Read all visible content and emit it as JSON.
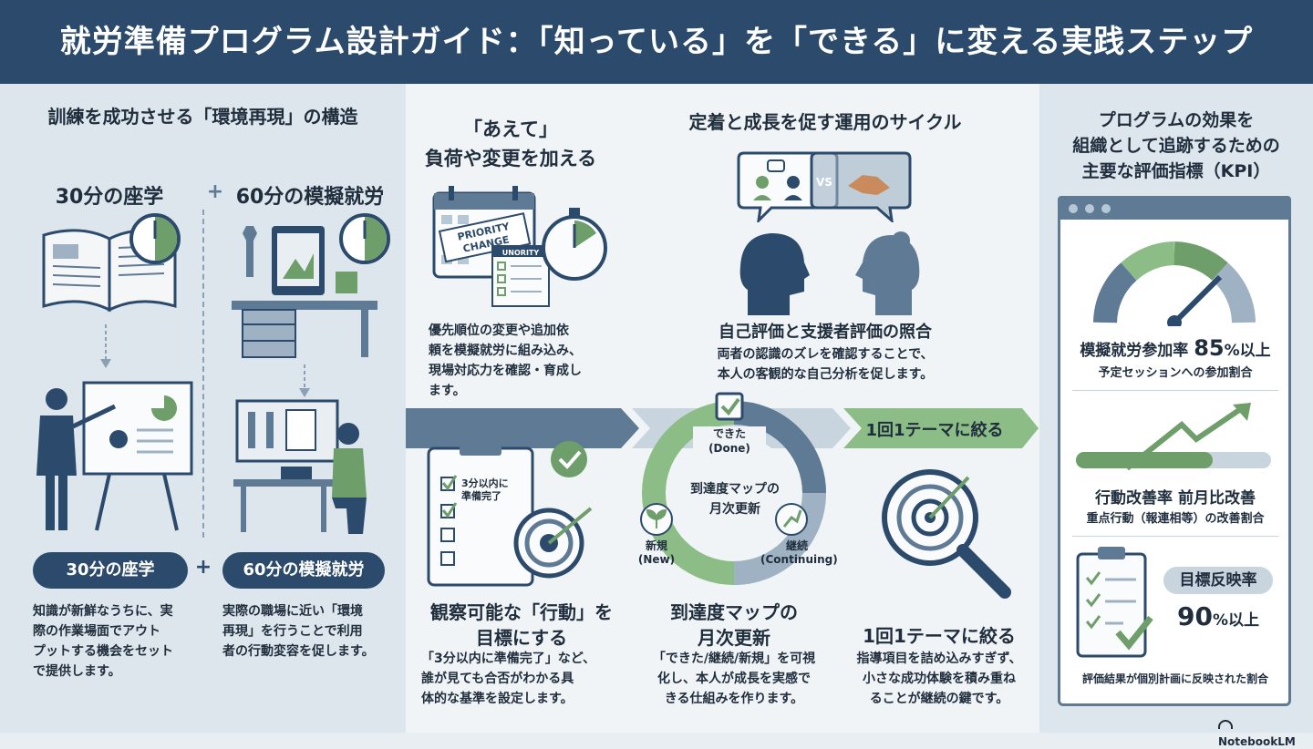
{
  "header": {
    "title": "就労準備プログラム設計ガイド：「知っている」を「できる」に変える実践ステップ"
  },
  "left": {
    "heading": "訓練を成功させる「環境再現」の構造",
    "lecture_title": "30分の座学",
    "plus": "+",
    "sim_title": "60分の模擬就労",
    "pill_lecture": "30分の座学",
    "pill_sim": "60分の模擬就労",
    "lecture_desc": [
      "知識が新鮮なうちに、実",
      "際の作業場面でアウト",
      "プットする機会をセット",
      "で提供します。"
    ],
    "sim_desc": [
      "実際の職場に近い「環境",
      "再現」を行うことで利用",
      "者の行動変容を促します。"
    ]
  },
  "center": {
    "load_heading": [
      "「あえて」",
      "負荷や変更を加える"
    ],
    "priority_label": [
      "PRIORITY",
      "CHANGE"
    ],
    "urgent_label": "UNORITY",
    "load_desc": [
      "優先順位の変更や追加依",
      "頼を模擬就労に組み込み、",
      "現場対応力を確認・育成し",
      "ます。"
    ],
    "cycle_heading": "定着と成長を促す運用のサイクル",
    "vs_label": "VS",
    "eval_title": "自己評価と支援者評価の照合",
    "eval_desc": [
      "両者の認識のズレを確認することで、",
      "本人の客観的な自己分析を促します。"
    ],
    "checklist_item": [
      "3分以内に",
      "準備完了"
    ],
    "cycle_center": [
      "到達度マップの",
      "月次更新"
    ],
    "cycle_done": [
      "できた",
      "(Done)"
    ],
    "cycle_new": [
      "新規",
      "(New)"
    ],
    "cycle_cont": [
      "継続",
      "(Continuing)"
    ],
    "theme_band": "1回1テーマに絞る",
    "obs_heading": [
      "観察可能な「行動」を",
      "目標にする"
    ],
    "obs_desc": [
      "「3分以内に準備完了」など、",
      "誰が見ても合否がわかる具",
      "体的な基準を設定します。"
    ],
    "map_heading": [
      "到達度マップの",
      "月次更新"
    ],
    "map_desc": [
      "「できた/継続/新規」を可視",
      "化し、本人が成長を実感で",
      "きる仕組みを作ります。"
    ],
    "theme_heading": "1回1テーマに絞る",
    "theme_desc": [
      "指導項目を詰め込みすぎず、",
      "小さな成功体験を積み重ね",
      "ることが継続の鍵です。"
    ]
  },
  "right": {
    "heading": [
      "プログラムの効果を",
      "組織として追跡するための",
      "主要な評価指標（KPI）"
    ],
    "kpi1_label": "模擬就労参加率",
    "kpi1_value": "85",
    "kpi1_unit": "%以上",
    "kpi1_sub": "予定セッションへの参加割合",
    "kpi2_label": "行動改善率 前月比改善",
    "kpi2_sub": "重点行動（報連相等）の改善割合",
    "kpi3_label": "目標反映率",
    "kpi3_value": "90",
    "kpi3_unit": "%以上",
    "kpi3_sub": "評価結果が個別計画に反映された割合"
  },
  "footer": {
    "brand": "NotebookLM"
  },
  "colors": {
    "navy": "#2c4a6b",
    "slate": "#5e7a95",
    "green": "#6e9e6a",
    "light": "#dde6ec"
  }
}
